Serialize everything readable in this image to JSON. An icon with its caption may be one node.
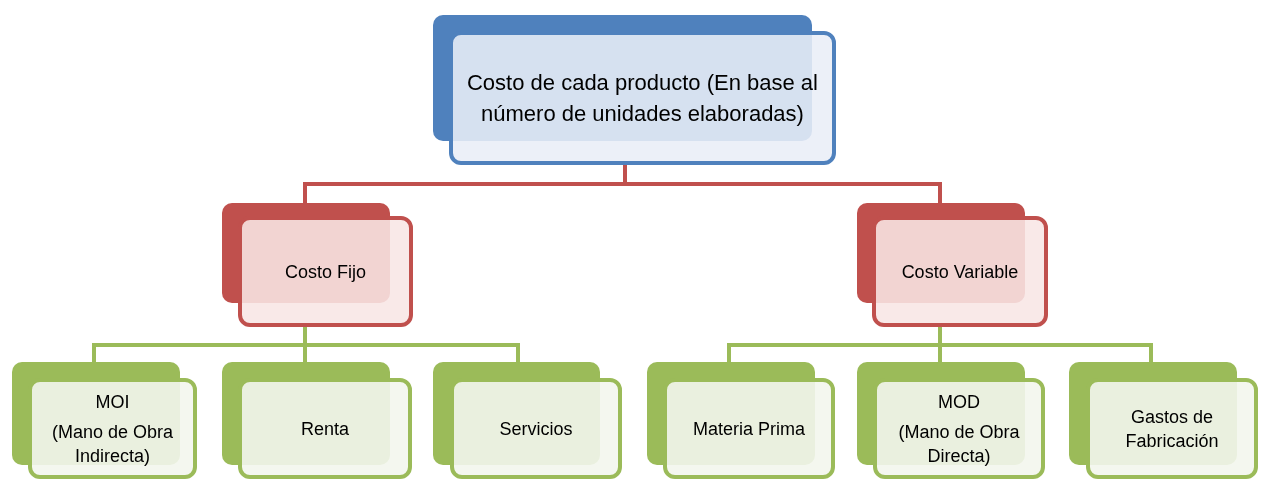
{
  "diagram": {
    "nodes": [
      {
        "text": [
          "Costo de cada producto (En base al número de unidades elaboradas)"
        ]
      },
      {
        "text": [
          "Costo Fijo"
        ]
      },
      {
        "text": [
          "Costo Variable"
        ]
      },
      {
        "text": [
          "MOI",
          "(Mano de Obra Indirecta)"
        ]
      },
      {
        "text": [
          "Renta"
        ]
      },
      {
        "text": [
          "Servicios"
        ]
      },
      {
        "text": [
          "Materia Prima"
        ]
      },
      {
        "text": [
          "MOD",
          "(Mano de Obra Directa)"
        ]
      },
      {
        "text": [
          "Gastos de Fabricación"
        ]
      }
    ],
    "edges": [
      {
        "from": 0,
        "to": 1,
        "arrow": "none",
        "color": "#c0504d"
      },
      {
        "from": 0,
        "to": 2,
        "arrow": "none",
        "color": "#c0504d"
      },
      {
        "from": 1,
        "to": 3,
        "arrow": "none"
      },
      {
        "from": 1,
        "to": 4,
        "arrow": "none"
      },
      {
        "from": 1,
        "to": 5,
        "arrow": "none"
      },
      {
        "from": 2,
        "to": 6,
        "arrow": "none"
      },
      {
        "from": 2,
        "to": 7,
        "arrow": "none"
      },
      {
        "from": 2,
        "to": 8,
        "arrow": "none"
      }
    ]
  }
}
